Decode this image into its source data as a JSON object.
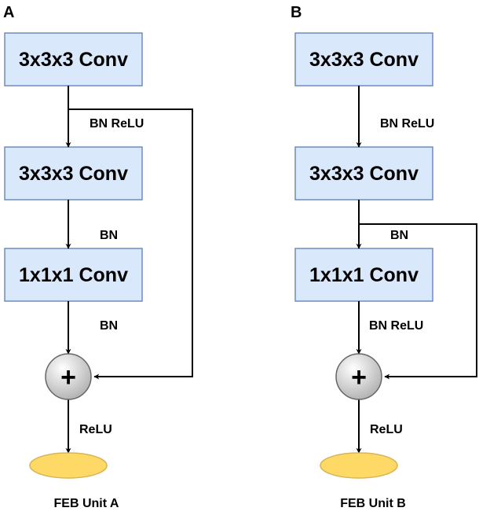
{
  "panel_a": {
    "letter": "A",
    "conv1": "3x3x3 Conv",
    "conv2": "3x3x3 Conv",
    "conv3": "1x1x1 Conv",
    "label_conv1_out": "BN ReLU",
    "label_conv2_out": "BN",
    "label_conv3_out": "BN",
    "sum_symbol": "+",
    "label_sum_out": "ReLU",
    "caption": "FEB Unit A"
  },
  "panel_b": {
    "letter": "B",
    "conv1": "3x3x3 Conv",
    "conv2": "3x3x3 Conv",
    "conv3": "1x1x1 Conv",
    "label_conv1_out": "BN ReLU",
    "label_conv2_out": "BN",
    "label_conv3_out": "BN ReLU",
    "sum_symbol": "+",
    "label_sum_out": "ReLU",
    "caption": "FEB Unit B"
  },
  "colors": {
    "conv_fill": "#dae8fc",
    "conv_stroke": "#6c8ebf",
    "output_fill": "#ffd966",
    "output_stroke": "#d6b656",
    "sum_gradient_light": "#ffffff",
    "sum_gradient_dark": "#b3b3b3"
  }
}
